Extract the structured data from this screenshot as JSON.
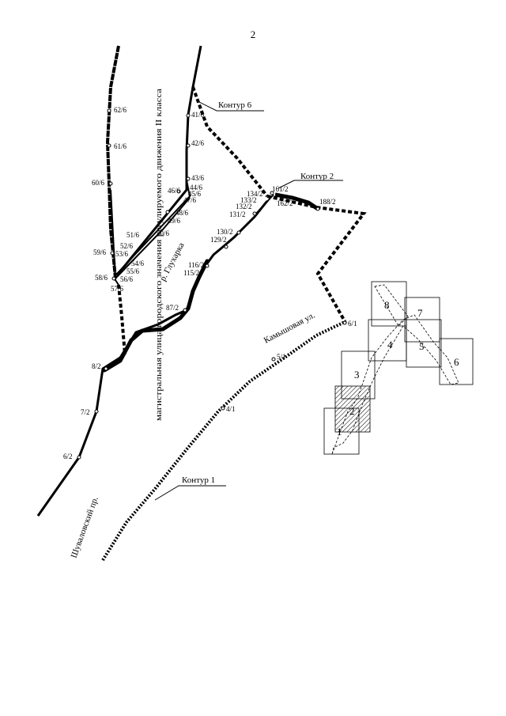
{
  "page_number": "2",
  "contours": {
    "k1": "Контур 1",
    "k2": "Контур 2",
    "k6": "Контур 6"
  },
  "streets": {
    "kamyshovaya": "Камышовая ул.",
    "shuvalovsky": "Шуваловский пр.",
    "glukharka": "р. Глухарка",
    "magistral": "магистральная улица городского значения регулируемого движения II класса"
  },
  "points": {
    "p62_6": "62/6",
    "p61_6": "61/6",
    "p60_6": "60/6",
    "p59_6": "59/6",
    "p58_6": "58/6",
    "p57_6": "57/6",
    "p56_6": "56/6",
    "p55_6": "55/6",
    "p54_6": "54/6",
    "p53_6": "53/6",
    "p52_6": "52/6",
    "p51_6": "51/6",
    "p50_6": "50/6",
    "p49_6": "49/6",
    "p48_6": "48/6",
    "p47_6": "47/6",
    "p46_6": "46/6",
    "p45_6": "45/6",
    "p44_6": "44/6",
    "p43_6": "43/6",
    "p42_6": "42/6",
    "p41_6": "41/6",
    "p161_2": "161/2",
    "p162_2": "162/2",
    "p188_2": "188/2",
    "p134_2": "134/2",
    "p133_2": "133/2",
    "p132_2": "132/2",
    "p131_2": "131/2",
    "p130_2": "130/2",
    "p129_2": "129/2",
    "p116_2": "116/2",
    "p115_2": "115/2",
    "p87_2": "87/2",
    "p8_2": "8/2",
    "p7_2": "7/2",
    "p6_2": "6/2",
    "p6_1": "6/1",
    "p5_1": "5/1",
    "p4_1": "4/1"
  },
  "inset": {
    "c1": "1",
    "c2": "2",
    "c3": "3",
    "c4": "4",
    "c5": "5",
    "c6": "6",
    "c7": "7",
    "c8": "8"
  }
}
